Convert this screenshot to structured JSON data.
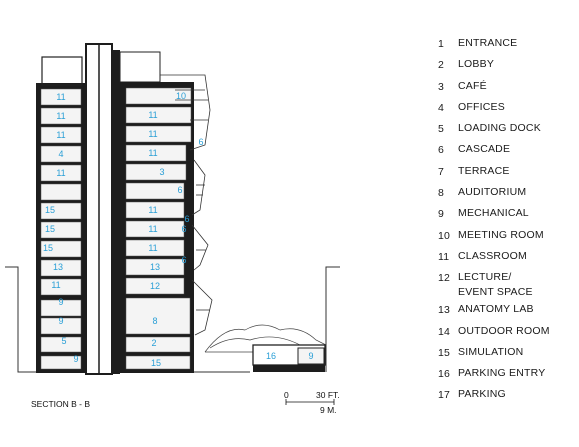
{
  "section_title": "SECTION B - B",
  "scale_bar": {
    "zero": "0",
    "ft_label": "30 FT.",
    "m_label": "9 M."
  },
  "room_labels": {
    "l_row1": "11",
    "l_row2": "11",
    "l_row3": "11",
    "l_row4": "4",
    "l_row5": "11",
    "l_row6": "15",
    "l_row7": "15",
    "l_row8": "15",
    "l_row9": "13",
    "l_row10": "11",
    "l_row11": "9",
    "l_row12": "9",
    "l_row13": "5",
    "l_row14": "9",
    "r_row1": "10",
    "r_row2": "11",
    "r_row3": "11",
    "r_row4": "11",
    "r_row5": "3",
    "r_row6": "11",
    "r_row7": "11",
    "r_row8": "11",
    "r_row9": "13",
    "r_row10": "12",
    "r_row11": "8",
    "r_row12": "2",
    "r_row13": "15",
    "cascade_a": "6",
    "cascade_b": "6",
    "cascade_c": "6",
    "cascade_d": "6",
    "cascade_e": "6",
    "parking_entry": "16",
    "parking": "9"
  },
  "legend": [
    {
      "num": "1",
      "text": "ENTRANCE"
    },
    {
      "num": "2",
      "text": "LOBBY"
    },
    {
      "num": "3",
      "text": "CAFÉ"
    },
    {
      "num": "4",
      "text": "OFFICES"
    },
    {
      "num": "5",
      "text": "LOADING DOCK"
    },
    {
      "num": "6",
      "text": "CASCADE"
    },
    {
      "num": "7",
      "text": "TERRACE"
    },
    {
      "num": "8",
      "text": "AUDITORIUM"
    },
    {
      "num": "9",
      "text": "MECHANICAL"
    },
    {
      "num": "10",
      "text": "MEETING ROOM"
    },
    {
      "num": "11",
      "text": "CLASSROOM"
    },
    {
      "num": "12",
      "text": "LECTURE/\nEVENT SPACE"
    },
    {
      "num": "13",
      "text": "ANATOMY LAB"
    },
    {
      "num": "14",
      "text": "OUTDOOR ROOM"
    },
    {
      "num": "15",
      "text": "SIMULATION"
    },
    {
      "num": "16",
      "text": "PARKING ENTRY"
    },
    {
      "num": "17",
      "text": "PARKING"
    }
  ]
}
